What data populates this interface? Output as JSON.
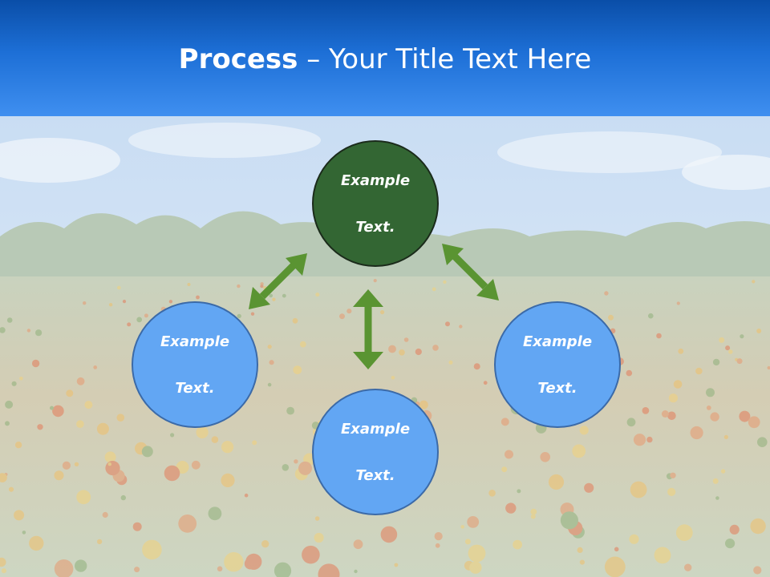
{
  "title": {
    "bold": "Process",
    "dash": " – ",
    "rest": "Your Title Text Here"
  },
  "nodes": {
    "top": {
      "line1": "Example",
      "line2": "Text."
    },
    "left": {
      "line1": "Example",
      "line2": "Text."
    },
    "right": {
      "line1": "Example",
      "line2": "Text."
    },
    "bottom": {
      "line1": "Example",
      "line2": "Text."
    }
  },
  "colors": {
    "header": "#1d6fd6",
    "center_node": "#336633",
    "outer_nodes": "#62a6f3",
    "arrows": "#5a9432"
  },
  "background": {
    "description": "flower-field-photo"
  }
}
